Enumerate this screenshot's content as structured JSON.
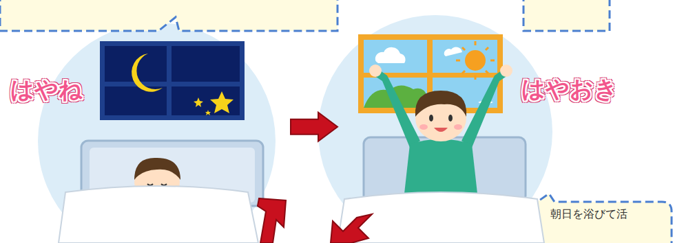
{
  "diagram": {
    "nodes": [
      {
        "text": [
          "はやね"
        ]
      },
      {
        "text": [
          "はやおき"
        ]
      },
      {
        "text": [
          "朝日を浴びて活"
        ]
      }
    ],
    "edges": [
      {
        "from": 0,
        "to": 1,
        "arrow": "to"
      }
    ]
  }
}
